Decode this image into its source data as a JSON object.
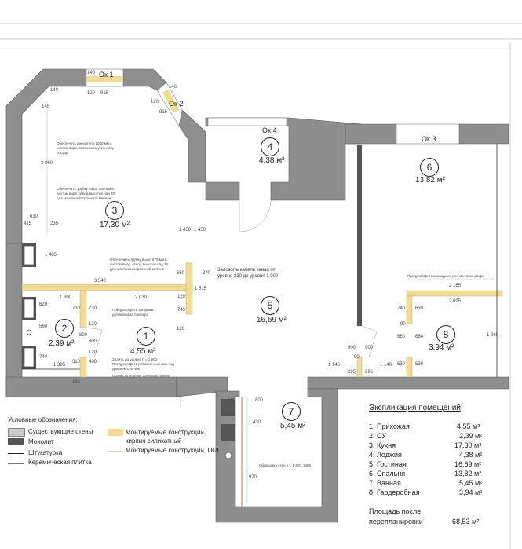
{
  "colors": {
    "existing_wall": "#8c8c8c",
    "monolith": "#555555",
    "new_brick": "#f3dc8c",
    "gkl": "#e8c99a"
  },
  "windows": {
    "ok1": "Ок 1",
    "ok2": "Ок 2",
    "ok3": "Ок 3",
    "ok4": "Ок 4"
  },
  "rooms": [
    {
      "no": "1",
      "area": "4,55 м²"
    },
    {
      "no": "2",
      "area": "2,39 м²"
    },
    {
      "no": "3",
      "area": "17,30 м²"
    },
    {
      "no": "4",
      "area": "4,38 м²"
    },
    {
      "no": "5",
      "area": "16,69 м²"
    },
    {
      "no": "6",
      "area": "13,82 м²"
    },
    {
      "no": "7",
      "area": "5,45 м²"
    },
    {
      "no": "8",
      "area": "3,94 м²"
    }
  ],
  "dimensions": {
    "d140a": "140",
    "d120a": "120",
    "d915a": "915",
    "d145": "145",
    "d140b": "140",
    "d120b": "120",
    "d915b": "915",
    "d140c": "140",
    "d3060": "3 060",
    "d630": "630",
    "d415": "415",
    "d235": "235",
    "d1485": "1 485",
    "d1450a": "1 450",
    "d1450b": "1 450",
    "d3540": "3 540",
    "d1390": "1 390",
    "d2030": "2 030",
    "d730a": "730",
    "d730b": "730",
    "d620": "620",
    "d560": "560",
    "d740": "740",
    "d120c": "120",
    "d800a": "800",
    "d800b": "800",
    "d120d": "120",
    "d310": "310",
    "d400": "400",
    "d1395": "1 395",
    "d180": "180",
    "d745": "745",
    "d120e": "120",
    "d120f": "120",
    "d650": "650",
    "d1515": "1 515",
    "d370": "370",
    "d2165": "2 165",
    "d2095": "2 095",
    "d740b": "740",
    "d630b": "630",
    "d90": "90",
    "d660a": "660",
    "d660b": "660",
    "d630c": "630",
    "d630d": "630",
    "d1960": "1 960",
    "d900a": "900",
    "d900b": "900",
    "d90b": "90",
    "d295a": "295",
    "d295b": "295",
    "d1145": "1 145",
    "d1140": "1 140",
    "d180b": "180",
    "d800c": "800",
    "d1430": "1 430",
    "d970": "970"
  },
  "notes": {
    "cable": "Заложить кабель канал от\nуровня 230 до уровня 1 000",
    "kitchen_a": "Обеспечить смесители 2040 мм в\nчистом виде, выполнить установку\nпосуды",
    "kitchen_b": "Обеспечить трубку на шт 630 мм в\nчистом виде, отвод высотой над 80\nдля монтажа встроенной мебели",
    "kitchen_c": "Обеспечить трубку выше 870 мм в\nчистом виде, отвод высотой над 36\nдля монтажа встроенной мебели",
    "hall_a": "Предусмотреть заглушки\nдля монтажа бойлера",
    "hall_b": "Залить до уровня h = 1 900\nПредусмотреть ревизионный люк под\nуровнем счетчик",
    "hall_c": "Провести отделку стеновой панели",
    "wardrobe": "Предусмотреть закладные для монтажа двери",
    "bath": "Облицовка стен h = 1 200, 1400"
  },
  "legend": {
    "title": "Условные обозначения:",
    "existing": "Существующие стены",
    "monolith": "Монолит",
    "plaster": "Штукатурка",
    "tile": "Керамическая плитка",
    "brick": "Монтируемые конструкции,\nкирпич силикатный",
    "gkl": "Монтируемые конструкции, ГКЛ"
  },
  "explication": {
    "title": "Экспликация помещений",
    "items": [
      {
        "name": "1. Прихожая",
        "area": "4,55 м²"
      },
      {
        "name": "2. СУ",
        "area": "2,39 м²"
      },
      {
        "name": "3. Кухня",
        "area": "17,30 м²"
      },
      {
        "name": "4. Лоджия",
        "area": "4,38 м²"
      },
      {
        "name": "5. Гостиная",
        "area": "16,69 м²"
      },
      {
        "name": "6. Спальня",
        "area": "13,82 м²"
      },
      {
        "name": "7. Ванная",
        "area": "5,45 м²"
      },
      {
        "name": "8. Гардеробная",
        "area": "3,94 м²"
      }
    ],
    "total_label_1": "Площадь  после",
    "total_label_2": "перепланировки",
    "total": "68,53 м²"
  }
}
